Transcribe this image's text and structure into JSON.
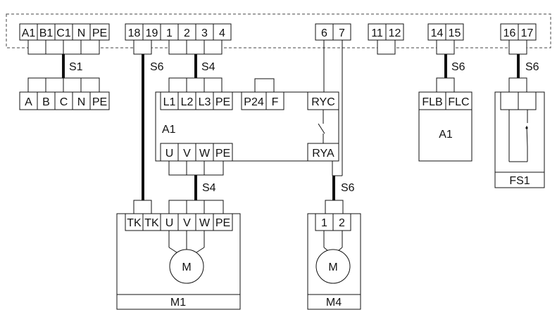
{
  "terminal_strip": {
    "supply_terminals": [
      "A1",
      "B1",
      "C1",
      "N",
      "PE"
    ],
    "motor_thermal_terminals": [
      "18",
      "19"
    ],
    "motor_power_terminals": [
      "1",
      "2",
      "3",
      "4"
    ],
    "relay_terminals": [
      "6",
      "7"
    ],
    "spare_terminals": [
      "11",
      "12"
    ],
    "fault_terminals": [
      "14",
      "15"
    ],
    "switch_terminals": [
      "16",
      "17"
    ]
  },
  "supply_block": {
    "terminals": [
      "A",
      "B",
      "C",
      "N",
      "PE"
    ]
  },
  "cables": {
    "supply": "S1",
    "thermal": "S6",
    "power_in": "S4",
    "power_out": "S4",
    "relay": "S6",
    "fault": "S6",
    "switch": "S6"
  },
  "drive": {
    "label": "A1",
    "input_terminals": [
      "L1",
      "L2",
      "L3",
      "PE"
    ],
    "control_terminals": [
      "P24",
      "F"
    ],
    "relay_top": "RYC",
    "relay_bottom": "RYA",
    "output_terminals": [
      "U",
      "V",
      "W",
      "PE"
    ]
  },
  "motor_m1": {
    "label": "M1",
    "terminals": [
      "TK",
      "TK",
      "U",
      "V",
      "W",
      "PE"
    ],
    "symbol": "M"
  },
  "motor_m4": {
    "label": "M4",
    "terminals": [
      "1",
      "2"
    ],
    "symbol": "M"
  },
  "fault_module": {
    "label": "A1",
    "terminals": [
      "FLB",
      "FLC"
    ]
  },
  "switch_module": {
    "label": "FS1"
  }
}
